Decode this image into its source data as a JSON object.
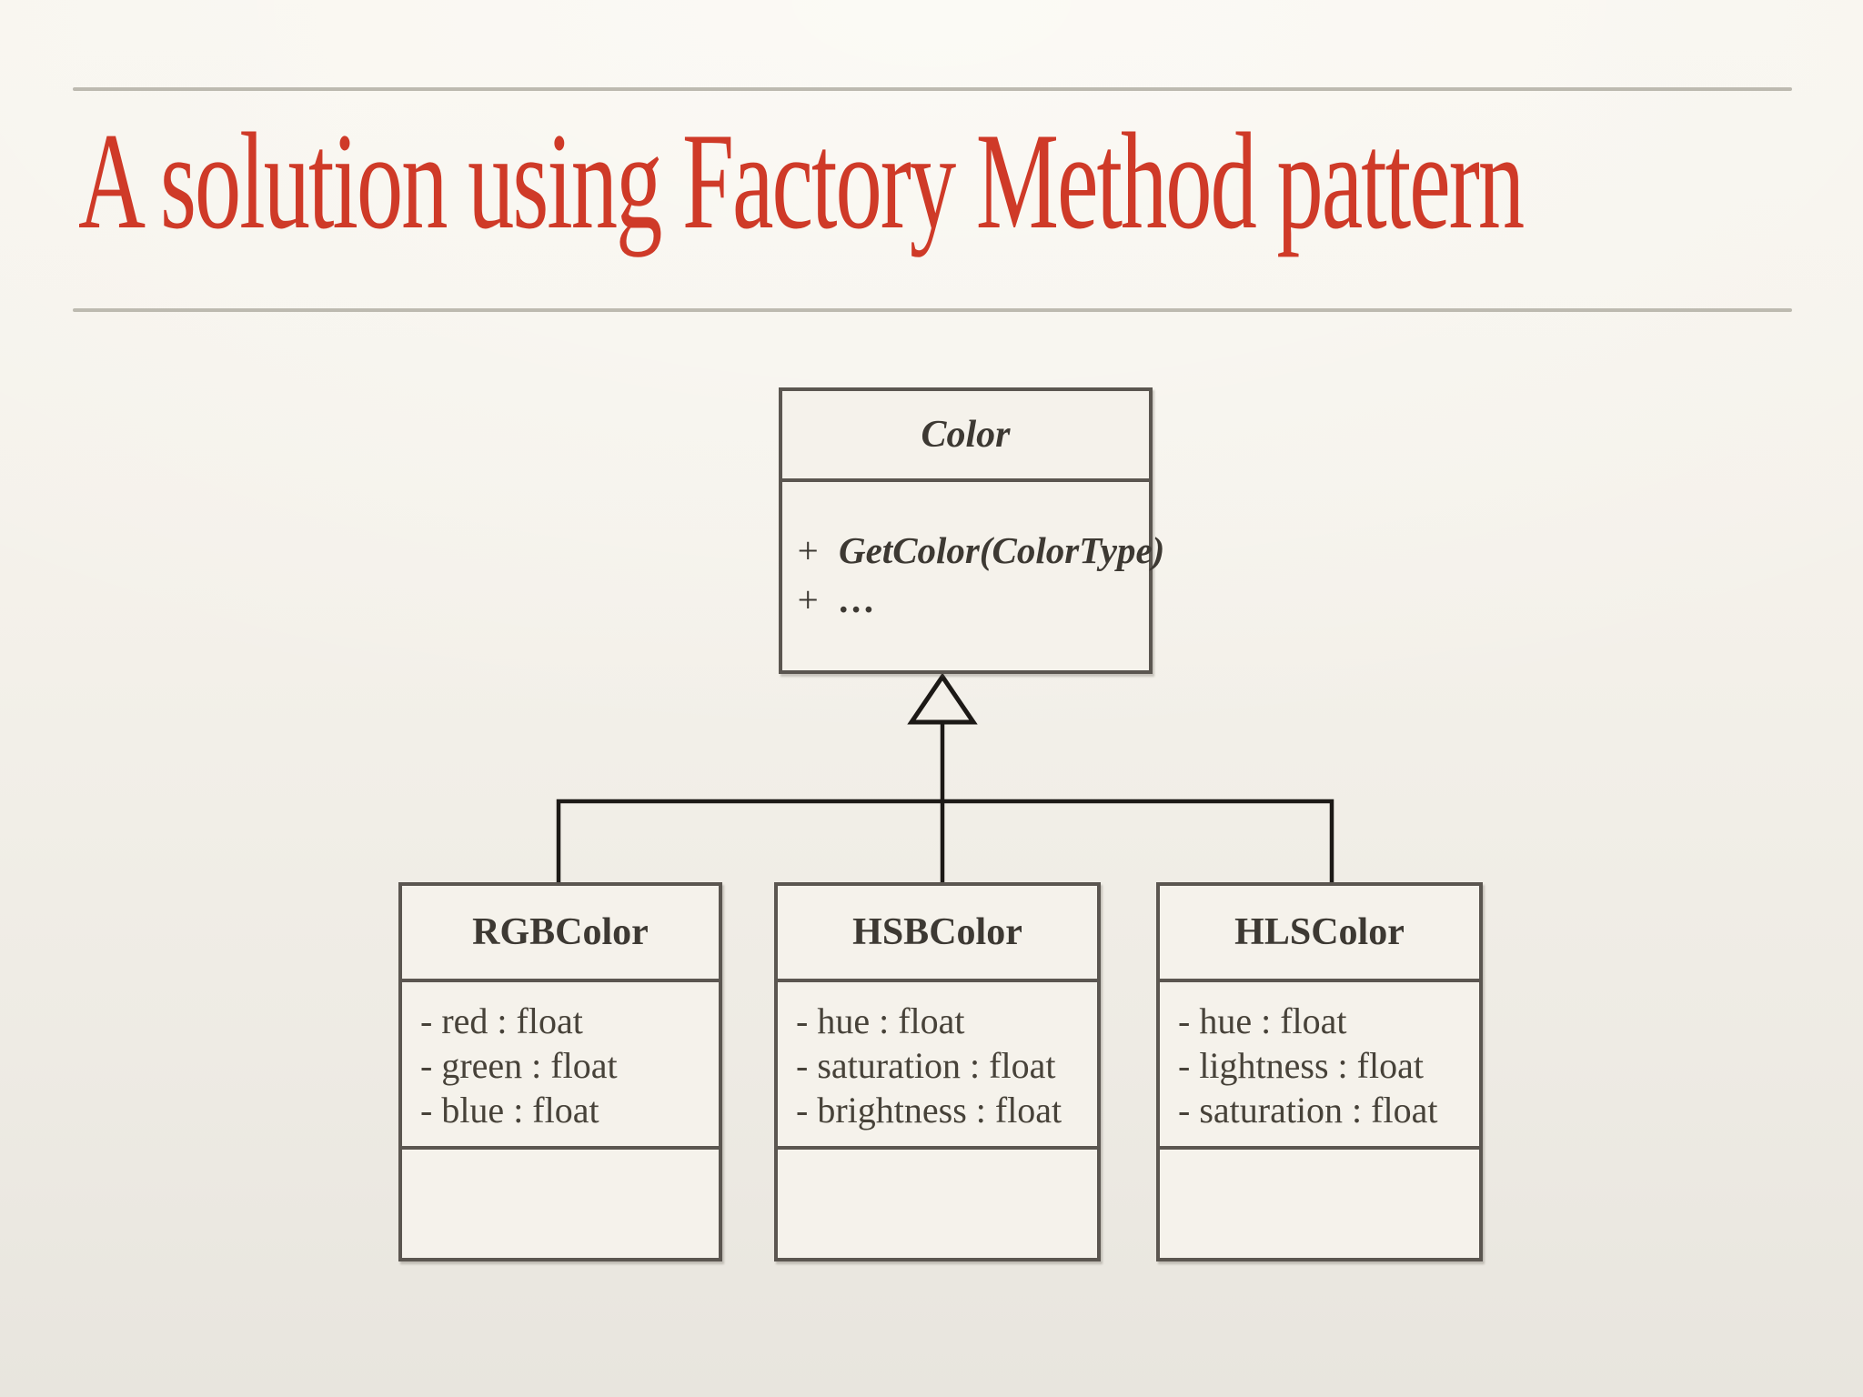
{
  "slide": {
    "title": "A solution using Factory Method pattern"
  },
  "diagram": {
    "superclass": {
      "name": "Color",
      "methods": [
        {
          "visibility": "+",
          "signature": "GetColor(ColorType)"
        },
        {
          "visibility": "+",
          "signature": "…"
        }
      ]
    },
    "subclasses": [
      {
        "name": "RGBColor",
        "attributes": [
          "- red : float",
          "- green : float",
          "- blue : float"
        ]
      },
      {
        "name": "HSBColor",
        "attributes": [
          "- hue : float",
          "- saturation : float",
          "- brightness : float"
        ]
      },
      {
        "name": "HLSColor",
        "attributes": [
          "- hue : float",
          "- lightness : float",
          "- saturation : float"
        ]
      }
    ],
    "relationship": "generalization"
  },
  "colors": {
    "title_red": "#cf3a28",
    "box_border": "#5b5650",
    "box_fill": "#f5f2eb",
    "connector_black": "#1c1916",
    "rule_gray": "#bdbab0",
    "text_dark": "#3d3933",
    "background_top": "#f7f4ed",
    "background_bottom": "#e8e5de"
  }
}
